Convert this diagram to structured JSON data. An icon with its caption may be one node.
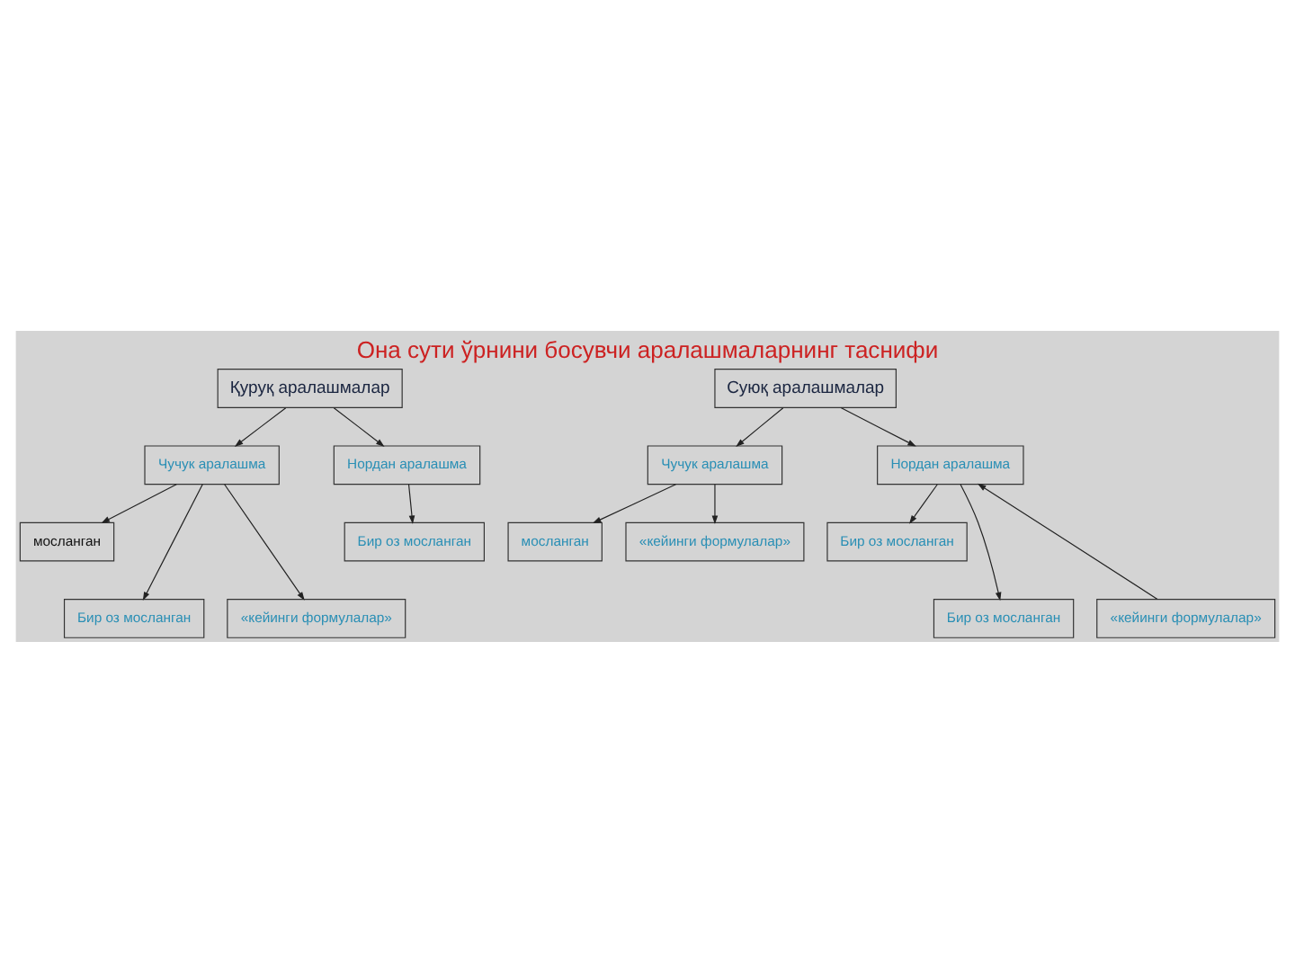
{
  "diagram": {
    "title": "Она сути ўрнини босувчи аралашмаларнинг таснифи",
    "nodes": [
      {
        "text": [
          "Қуруқ аралашмалар"
        ]
      },
      {
        "text": [
          "Чучук аралашма"
        ]
      },
      {
        "text": [
          "Нордан аралашма"
        ]
      },
      {
        "text": [
          "мосланган"
        ]
      },
      {
        "text": [
          "Бир оз мосланган"
        ]
      },
      {
        "text": [
          "Бир оз мосланган"
        ]
      },
      {
        "text": [
          "«кейинги формулалар»"
        ]
      },
      {
        "text": [
          "Суюқ аралашмалар"
        ]
      },
      {
        "text": [
          "Чучук аралашма"
        ]
      },
      {
        "text": [
          "Нордан аралашма"
        ]
      },
      {
        "text": [
          "мосланган"
        ]
      },
      {
        "text": [
          "Бир оз мосланган"
        ]
      },
      {
        "text": [
          "«кейинги формулалар»"
        ]
      },
      {
        "text": [
          "Бир оз мосланган"
        ]
      },
      {
        "text": [
          "«кейинги формулалар»"
        ]
      }
    ],
    "edges": [
      {
        "from": 0,
        "to": 1,
        "arrow": "to"
      },
      {
        "from": 0,
        "to": 2,
        "arrow": "to"
      },
      {
        "from": 1,
        "to": 3,
        "arrow": "to"
      },
      {
        "from": 1,
        "to": 5,
        "arrow": "to"
      },
      {
        "from": 1,
        "to": 6,
        "arrow": "to"
      },
      {
        "from": 2,
        "to": 4,
        "arrow": "to"
      },
      {
        "from": 7,
        "to": 8,
        "arrow": "to"
      },
      {
        "from": 7,
        "to": 9,
        "arrow": "to"
      },
      {
        "from": 8,
        "to": 10,
        "arrow": "to"
      },
      {
        "from": 8,
        "to": 12,
        "arrow": "to"
      },
      {
        "from": 9,
        "to": 11,
        "arrow": "to"
      },
      {
        "from": 9,
        "to": 13,
        "arrow": "to"
      },
      {
        "from": 14,
        "to": 9,
        "arrow": "to"
      }
    ]
  }
}
